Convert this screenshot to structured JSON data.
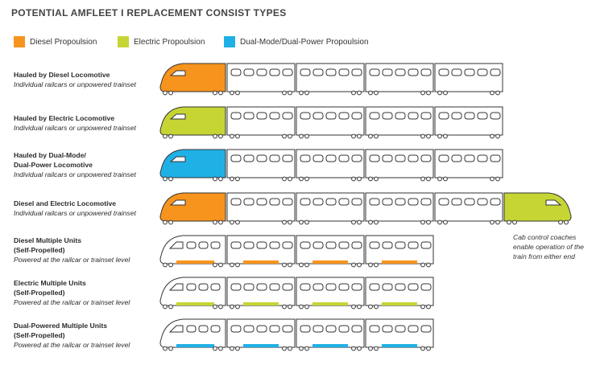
{
  "title": "POTENTIAL AMFLEET I REPLACEMENT CONSIST TYPES",
  "colors": {
    "diesel": "#f7941d",
    "electric": "#c6d534",
    "dual": "#1fb1e6",
    "outline": "#333333"
  },
  "legend": [
    {
      "label": "Diesel Propoulsion",
      "color": "#f7941d"
    },
    {
      "label": "Electric Propoulsion",
      "color": "#c6d534"
    },
    {
      "label": "Dual-Mode/Dual-Power Propoulsion",
      "color": "#1fb1e6"
    }
  ],
  "rows": [
    {
      "lines": [
        {
          "text": "Hauled by Diesel Locomotive",
          "style": "bold"
        },
        {
          "text": "Individual railcars or unpowered trainset",
          "style": "ital"
        }
      ],
      "type": "hauled",
      "power": "diesel"
    },
    {
      "lines": [
        {
          "text": "Hauled by Electric Locomotive",
          "style": "bold"
        },
        {
          "text": "Individual railcars or unpowered trainset",
          "style": "ital"
        }
      ],
      "type": "hauled",
      "power": "electric"
    },
    {
      "lines": [
        {
          "text": "Hauled by Dual-Mode/",
          "style": "bold"
        },
        {
          "text": "Dual-Power Locomotive",
          "style": "bold"
        },
        {
          "text": "Individual railcars or unpowered trainset",
          "style": "ital"
        }
      ],
      "type": "hauled",
      "power": "dual"
    },
    {
      "lines": [
        {
          "text": "Diesel and Electric Locomotive",
          "style": "bold"
        },
        {
          "text": "Individual railcars or unpowered trainset",
          "style": "ital"
        }
      ],
      "type": "dual-ended",
      "power": "diesel",
      "rear_power": "electric"
    },
    {
      "lines": [
        {
          "text": "Diesel Multiple Units",
          "style": "bold"
        },
        {
          "text": "(Self-Propelled)",
          "style": "bold"
        },
        {
          "text": "Powered at the railcar or trainset level",
          "style": "ital"
        }
      ],
      "type": "mu",
      "power": "diesel"
    },
    {
      "lines": [
        {
          "text": "Electric Multiple Units",
          "style": "bold"
        },
        {
          "text": "(Self-Propelled)",
          "style": "bold"
        },
        {
          "text": "Powered at the railcar or trainset level",
          "style": "ital"
        }
      ],
      "type": "mu",
      "power": "electric"
    },
    {
      "lines": [
        {
          "text": "Dual-Powered Multiple Units",
          "style": "bold"
        },
        {
          "text": "(Self-Propelled)",
          "style": "bold"
        },
        {
          "text": "Powered at the railcar or trainset level",
          "style": "ital"
        }
      ],
      "type": "mu",
      "power": "dual"
    }
  ],
  "note": "Cab control coaches enable operation of the train from either end"
}
